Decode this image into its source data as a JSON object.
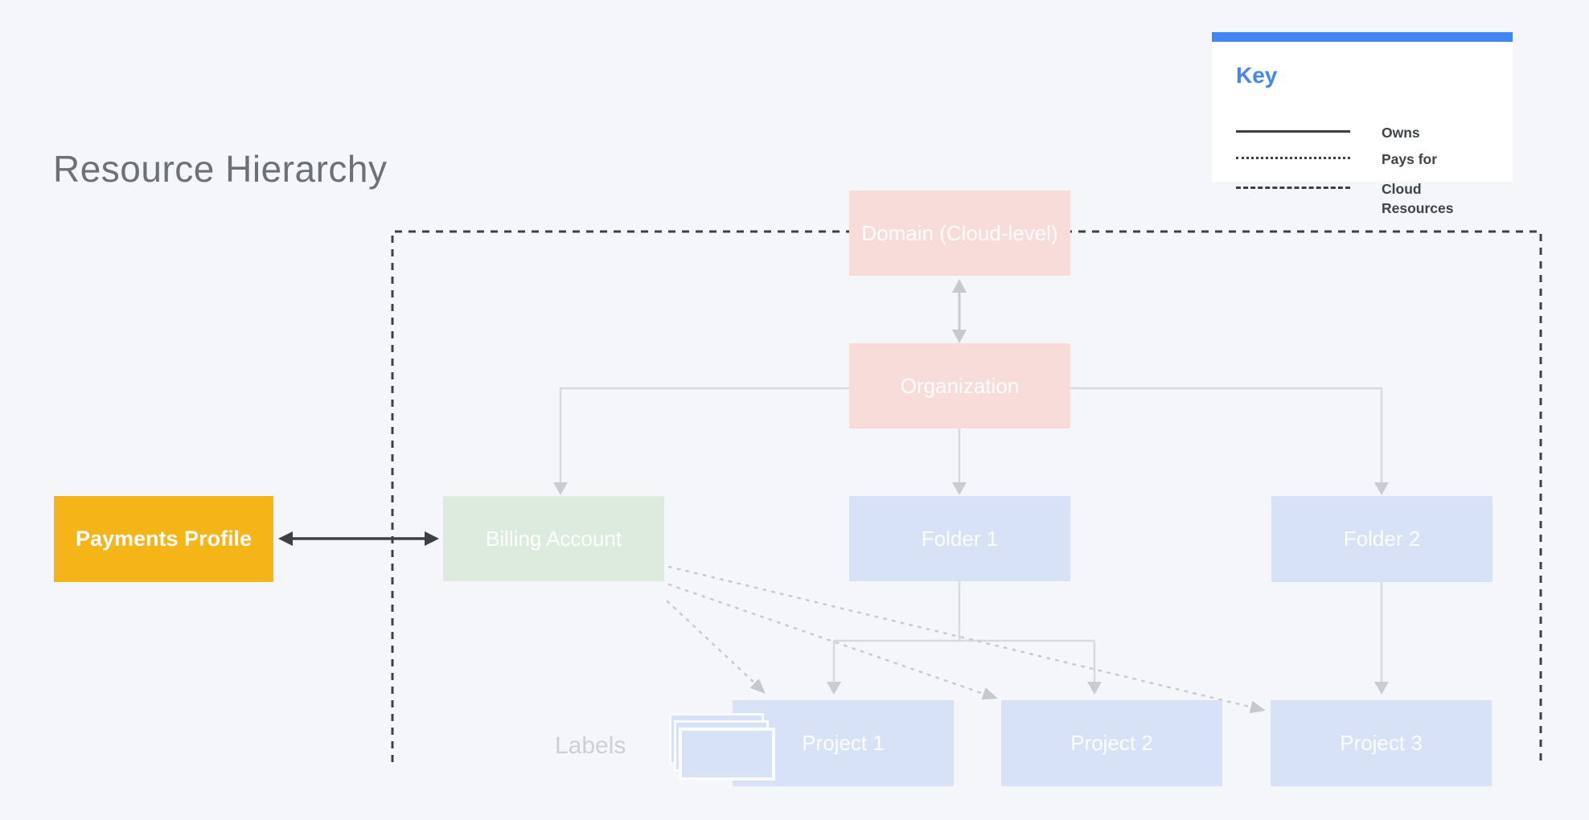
{
  "title": "Resource Hierarchy",
  "legend": {
    "title": "Key",
    "items": [
      {
        "line_style": "solid",
        "label": "Owns"
      },
      {
        "line_style": "dotted",
        "label": "Pays for"
      },
      {
        "line_style": "dashed",
        "label": "Cloud Resources"
      }
    ]
  },
  "nodes": {
    "domain": {
      "label": "Domain (Cloud-level)"
    },
    "organization": {
      "label": "Organization"
    },
    "payments_profile": {
      "label": "Payments Profile"
    },
    "billing_account": {
      "label": "Billing Account"
    },
    "folder1": {
      "label": "Folder 1"
    },
    "folder2": {
      "label": "Folder 2"
    },
    "project1": {
      "label": "Project 1"
    },
    "project2": {
      "label": "Project 2"
    },
    "project3": {
      "label": "Project 3"
    }
  },
  "annotations": {
    "labels_caption": "Labels"
  },
  "colors": {
    "background": "#f4f6f9",
    "domain_org_fill": "#f8dcda",
    "billing_fill": "#dcebdd",
    "folder_project_fill": "#d7e2f7",
    "payments_fill": "#f5b418",
    "legend_accent": "#4285f4",
    "dark_line": "#3c4043",
    "tree_line": "#d8dbde",
    "tree_arrow": "#c9ccd0",
    "dotted_line": "#c8ccd1",
    "node_text": "#ffffff"
  }
}
